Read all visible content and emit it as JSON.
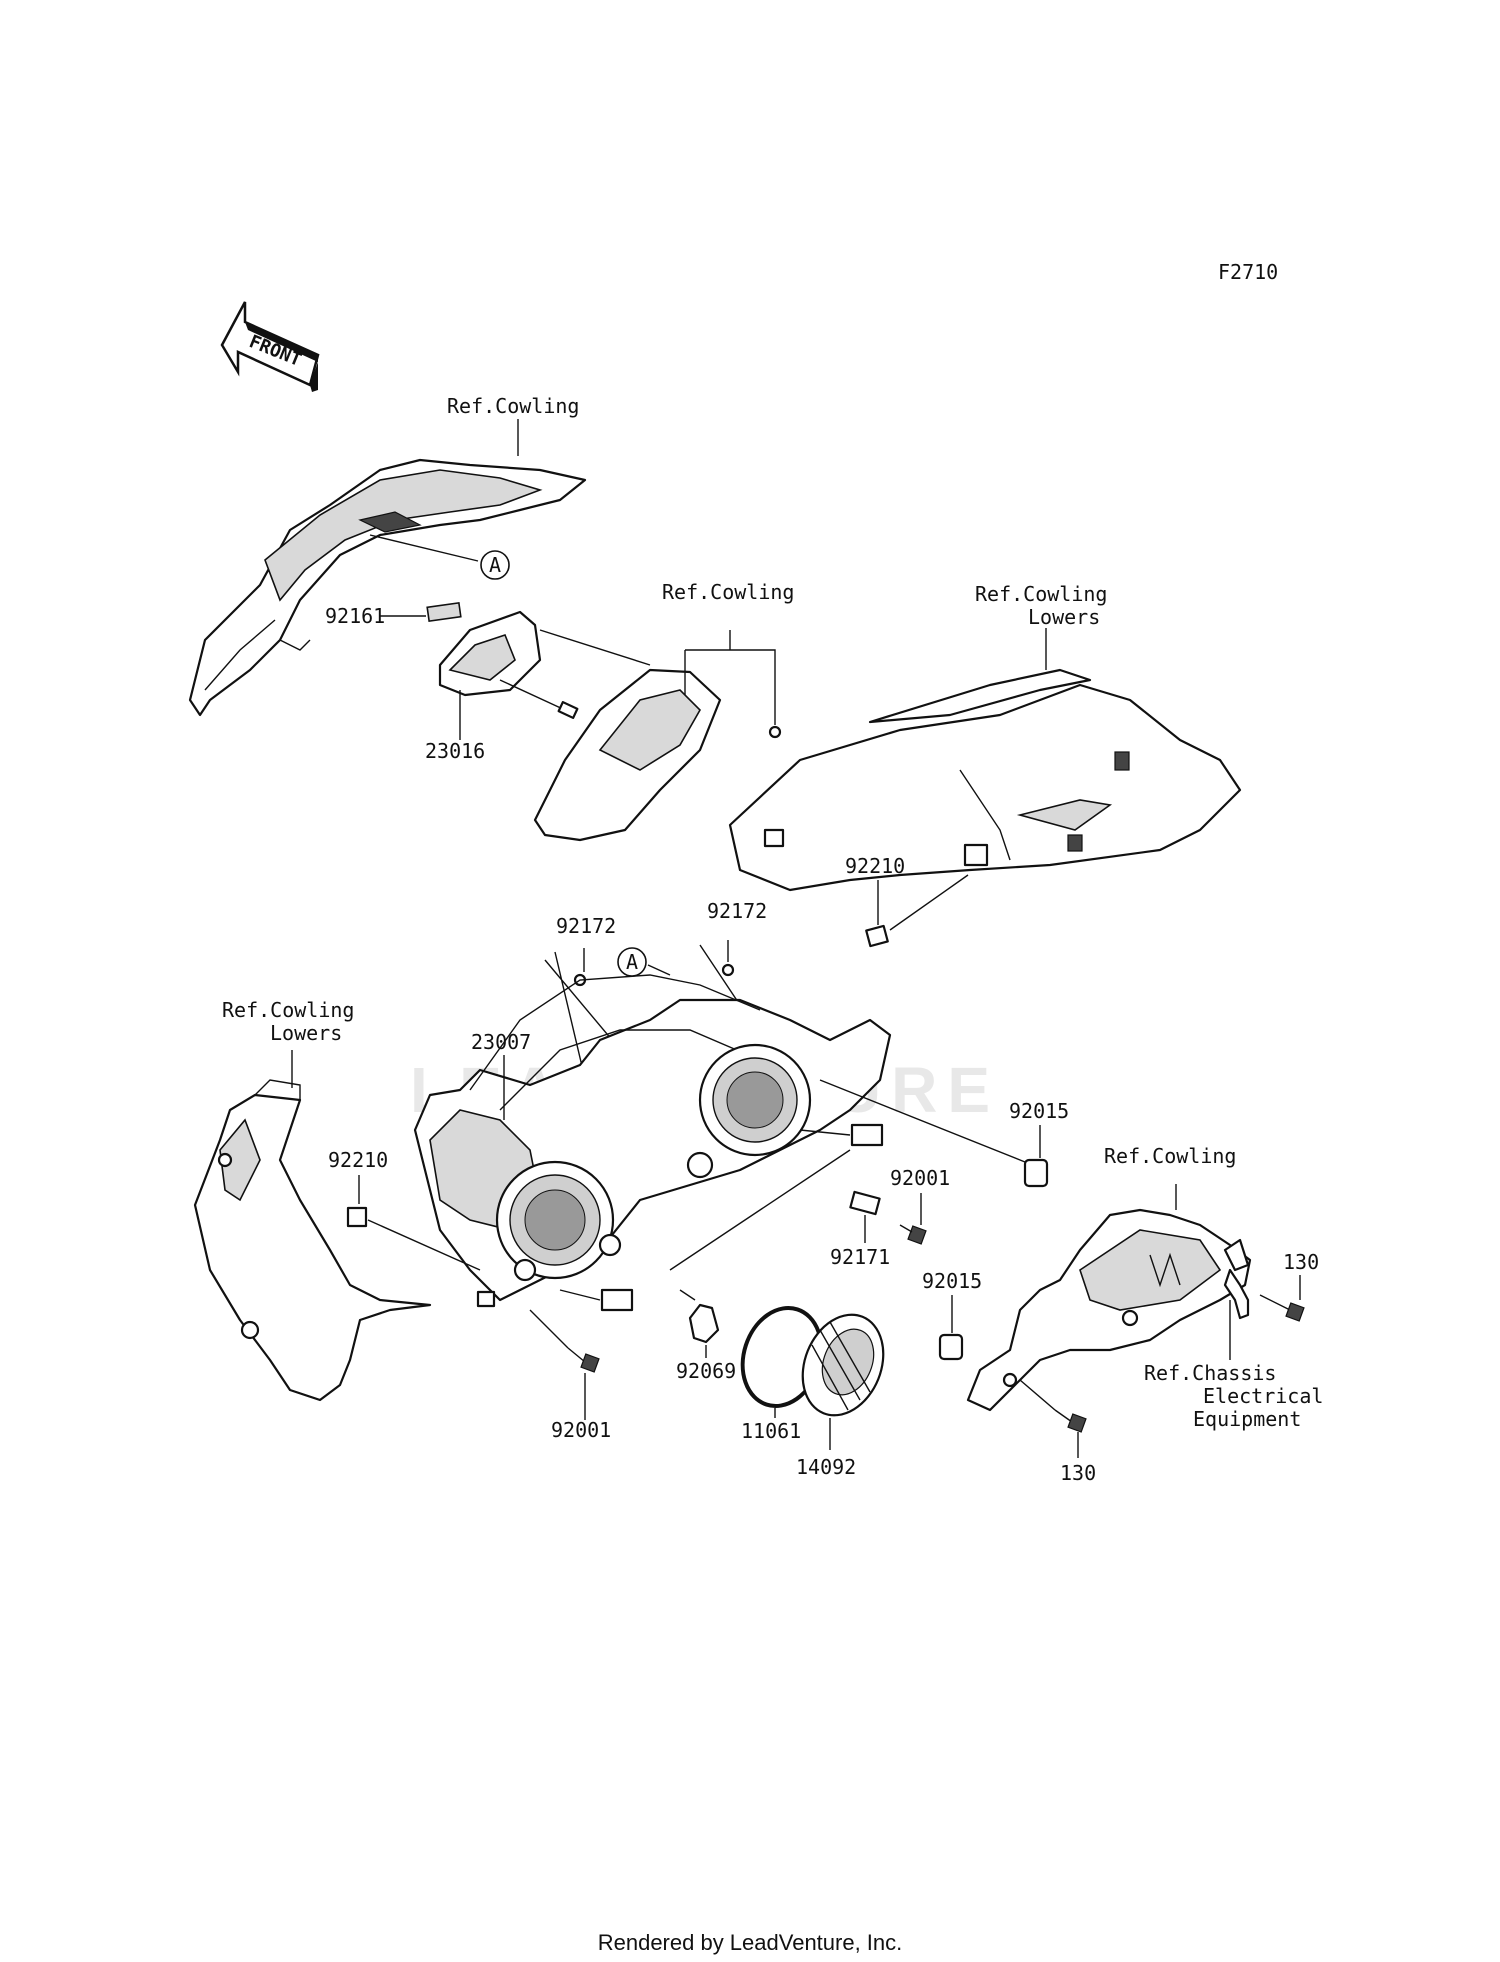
{
  "diagram_code": "F2710",
  "front_arrow_label": "FRONT",
  "watermark": "LEADVENTURE",
  "reference_marker": "A",
  "labels": {
    "ref_cowling_1": "Ref.Cowling",
    "ref_cowling_2": "Ref.Cowling",
    "ref_cowling_lowers_1_a": "Ref.Cowling",
    "ref_cowling_lowers_1_b": "Lowers",
    "ref_cowling_lowers_2_a": "Ref.Cowling",
    "ref_cowling_lowers_2_b": "Lowers",
    "ref_cowling_3": "Ref.Cowling",
    "ref_chassis_a": "Ref.Chassis",
    "ref_chassis_b": "Electrical",
    "ref_chassis_c": "Equipment"
  },
  "parts": {
    "p92161": "92161",
    "p23016": "23016",
    "p92210_top": "92210",
    "p92172_left": "92172",
    "p92172_right": "92172",
    "p23007": "23007",
    "p92210_left": "92210",
    "p92015_top": "92015",
    "p92001_right": "92001",
    "p92171": "92171",
    "p92015_lower": "92015",
    "p130_right": "130",
    "p130_bottom": "130",
    "p92069": "92069",
    "p92001_bottom": "92001",
    "p11061": "11061",
    "p14092": "14092"
  },
  "footer": "Rendered by LeadVenture, Inc."
}
